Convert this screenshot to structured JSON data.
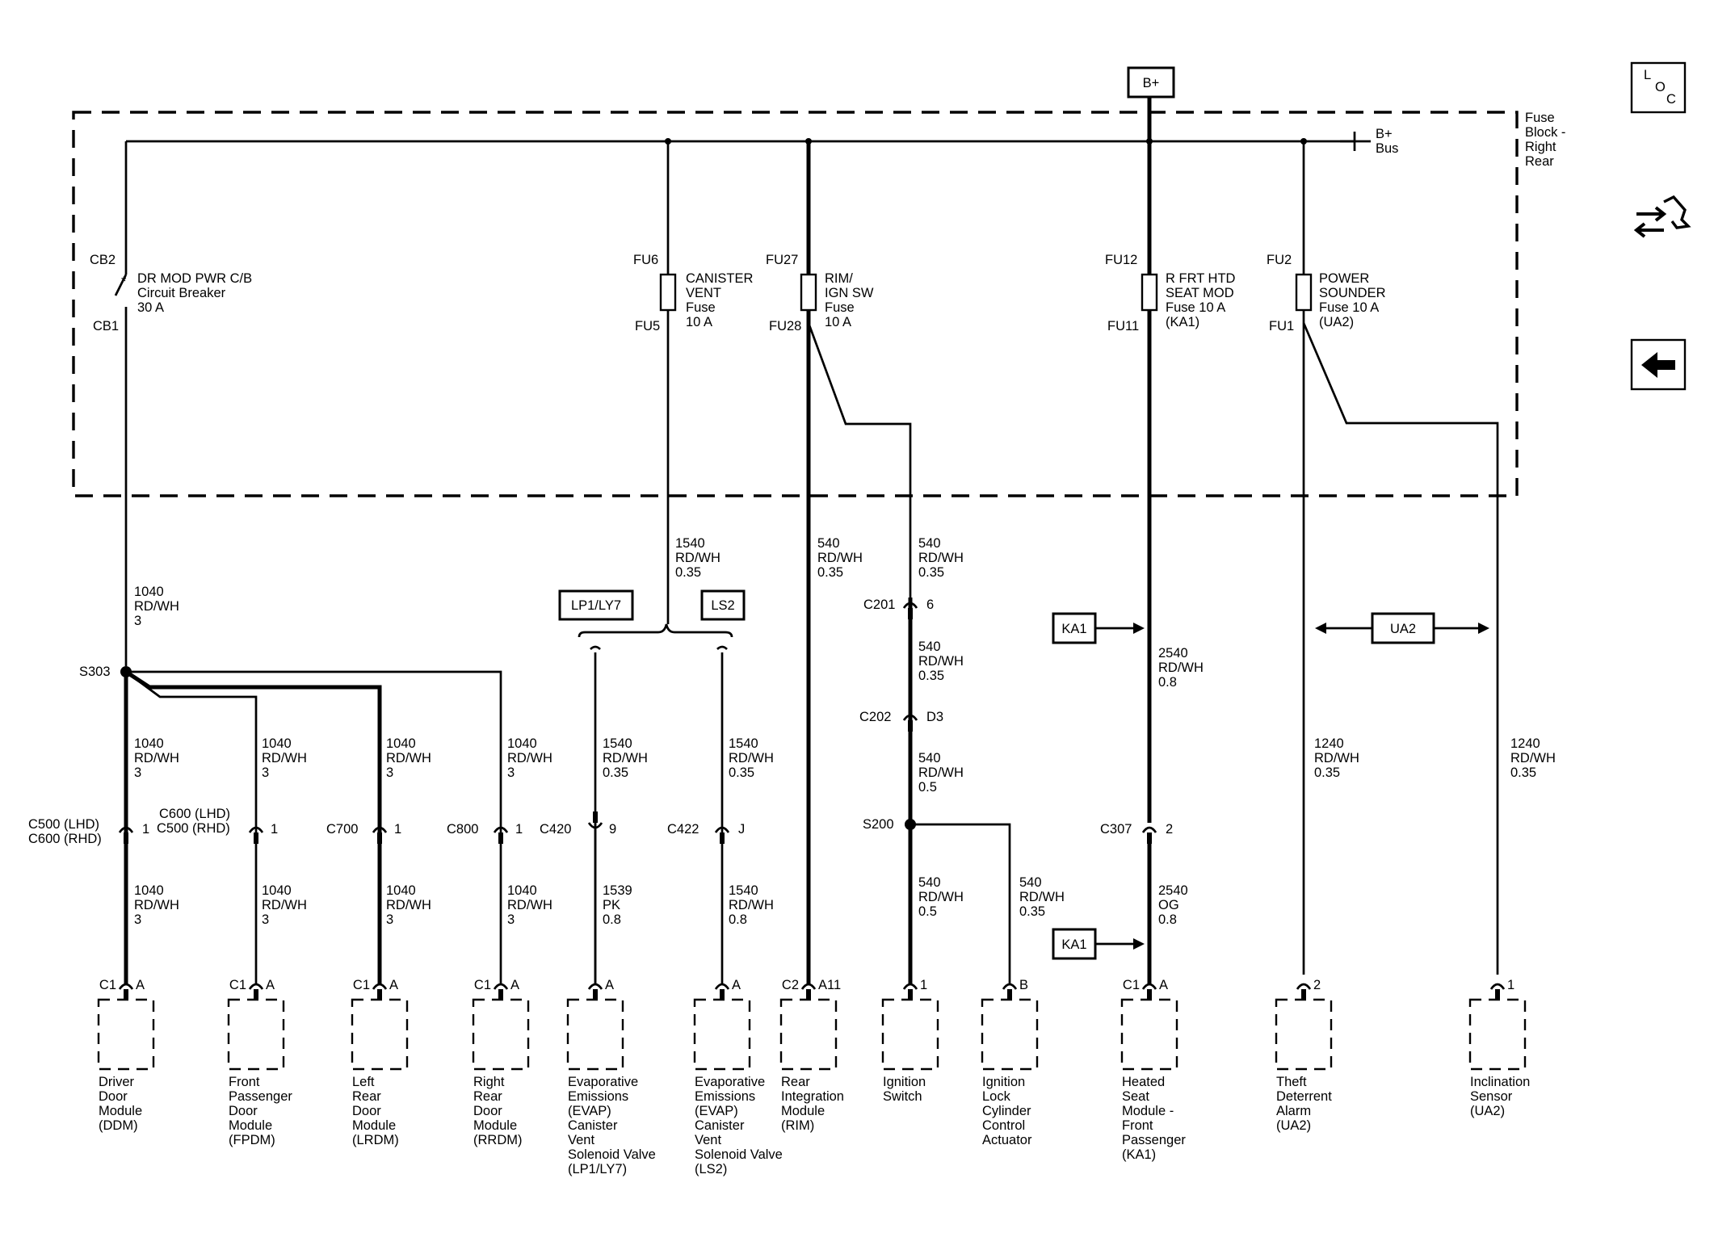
{
  "power": {
    "bplus": "B+",
    "bus": [
      "B+",
      "Bus"
    ],
    "fuse_block": [
      "Fuse",
      "Block -",
      "Right",
      "Rear"
    ]
  },
  "nav": {
    "loc": [
      "L",
      "O",
      "C"
    ]
  },
  "breaker": {
    "top": "CB2",
    "bottom": "CB1",
    "label": [
      "DR MOD PWR C/B",
      "Circuit Breaker",
      "30 A"
    ]
  },
  "fuses": [
    {
      "top": "FU6",
      "bottom": "FU5",
      "label": [
        "CANISTER",
        "VENT",
        "Fuse",
        "10 A"
      ]
    },
    {
      "top": "FU27",
      "bottom": "FU28",
      "label": [
        "RIM/",
        "IGN SW",
        "Fuse",
        "10 A"
      ]
    },
    {
      "top": "FU12",
      "bottom": "FU11",
      "label": [
        "R FRT HTD",
        "SEAT MOD",
        "Fuse 10 A",
        "(KA1)"
      ]
    },
    {
      "top": "FU2",
      "bottom": "FU1",
      "label": [
        "POWER",
        "SOUNDER",
        "Fuse 10 A",
        "(UA2)"
      ]
    }
  ],
  "options": {
    "lp1": "LP1/LY7",
    "ls2": "LS2",
    "ka1": "KA1",
    "ua2": "UA2"
  },
  "splices": {
    "s303": "S303",
    "s200": "S200"
  },
  "wires": [
    [
      "1040",
      "RD/WH",
      "3"
    ],
    [
      "1540",
      "RD/WH",
      "0.35"
    ],
    [
      "540",
      "RD/WH",
      "0.35"
    ],
    [
      "540",
      "RD/WH",
      "0.35"
    ],
    [
      "540",
      "RD/WH",
      "0.35"
    ],
    [
      "540",
      "RD/WH",
      "0.5"
    ],
    [
      "2540",
      "RD/WH",
      "0.8"
    ],
    [
      "1040",
      "RD/WH",
      "3"
    ],
    [
      "1040",
      "RD/WH",
      "3"
    ],
    [
      "1040",
      "RD/WH",
      "3"
    ],
    [
      "1040",
      "RD/WH",
      "3"
    ],
    [
      "1540",
      "RD/WH",
      "0.35"
    ],
    [
      "1540",
      "RD/WH",
      "0.35"
    ],
    [
      "1240",
      "RD/WH",
      "0.35"
    ],
    [
      "1240",
      "RD/WH",
      "0.35"
    ],
    [
      "1040",
      "RD/WH",
      "3"
    ],
    [
      "1040",
      "RD/WH",
      "3"
    ],
    [
      "1040",
      "RD/WH",
      "3"
    ],
    [
      "1040",
      "RD/WH",
      "3"
    ],
    [
      "1539",
      "PK",
      "0.8"
    ],
    [
      "1540",
      "RD/WH",
      "0.8"
    ],
    [
      "540",
      "RD/WH",
      "0.5"
    ],
    [
      "540",
      "RD/WH",
      "0.35"
    ],
    [
      "2540",
      "OG",
      "0.8"
    ]
  ],
  "inline_connectors": {
    "c201": {
      "name": "C201",
      "pin": "6"
    },
    "c202": {
      "name": "C202",
      "pin": "D3"
    },
    "c500": {
      "name": [
        "C500 (LHD)",
        "C600 (RHD)"
      ],
      "pin": "1"
    },
    "c600": {
      "name": [
        "C600 (LHD)",
        "C500 (RHD)"
      ],
      "pin": "1"
    },
    "c700": {
      "name": "C700",
      "pin": "1"
    },
    "c800": {
      "name": "C800",
      "pin": "1"
    },
    "c420": {
      "name": "C420",
      "pin": "9"
    },
    "c422": {
      "name": "C422",
      "pin": "J"
    },
    "c307": {
      "name": "C307",
      "pin": "2"
    }
  },
  "components": [
    {
      "conn": "C1",
      "pin": "A",
      "label": [
        "Driver",
        "Door",
        "Module",
        "(DDM)"
      ]
    },
    {
      "conn": "C1",
      "pin": "A",
      "label": [
        "Front",
        "Passenger",
        "Door",
        "Module",
        "(FPDM)"
      ]
    },
    {
      "conn": "C1",
      "pin": "A",
      "label": [
        "Left",
        "Rear",
        "Door",
        "Module",
        "(LRDM)"
      ]
    },
    {
      "conn": "C1",
      "pin": "A",
      "label": [
        "Right",
        "Rear",
        "Door",
        "Module",
        "(RRDM)"
      ]
    },
    {
      "conn": "",
      "pin": "A",
      "label": [
        "Evaporative",
        "Emissions",
        "(EVAP)",
        "Canister",
        "Vent",
        "Solenoid Valve",
        "(LP1/LY7)"
      ]
    },
    {
      "conn": "",
      "pin": "A",
      "label": [
        "Evaporative",
        "Emissions",
        "(EVAP)",
        "Canister",
        "Vent",
        "Solenoid Valve",
        "(LS2)"
      ]
    },
    {
      "conn": "C2",
      "pin": "A11",
      "label": [
        "Rear",
        "Integration",
        "Module",
        "(RIM)"
      ]
    },
    {
      "conn": "",
      "pin": "1",
      "label": [
        "Ignition",
        "Switch"
      ]
    },
    {
      "conn": "",
      "pin": "B",
      "label": [
        "Ignition",
        "Lock",
        "Cylinder",
        "Control",
        "Actuator"
      ]
    },
    {
      "conn": "C1",
      "pin": "A",
      "label": [
        "Heated",
        "Seat",
        "Module -",
        "Front",
        "Passenger",
        "(KA1)"
      ]
    },
    {
      "conn": "",
      "pin": "2",
      "label": [
        "Theft",
        "Deterrent",
        "Alarm",
        "(UA2)"
      ]
    },
    {
      "conn": "",
      "pin": "1",
      "label": [
        "Inclination",
        "Sensor",
        "(UA2)"
      ]
    }
  ]
}
